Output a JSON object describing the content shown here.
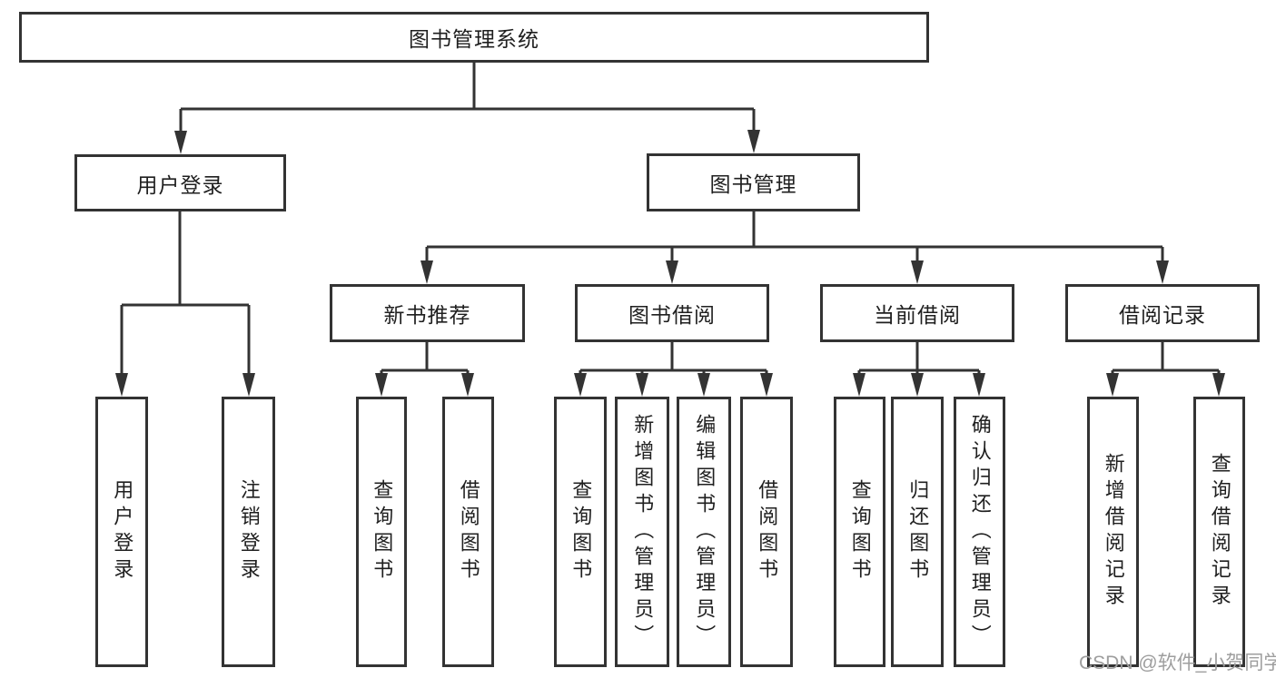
{
  "root": {
    "label": "图书管理系统"
  },
  "level2": [
    {
      "label": "用户登录"
    },
    {
      "label": "图书管理"
    }
  ],
  "level3": [
    {
      "label": "新书推荐",
      "parent": "图书管理"
    },
    {
      "label": "图书借阅",
      "parent": "图书管理"
    },
    {
      "label": "当前借阅",
      "parent": "图书管理"
    },
    {
      "label": "借阅记录",
      "parent": "图书管理"
    }
  ],
  "leaves": [
    {
      "label": "用户登录",
      "parent": "用户登录"
    },
    {
      "label": "注销登录",
      "parent": "用户登录"
    },
    {
      "label": "查询图书",
      "parent": "新书推荐"
    },
    {
      "label": "借阅图书",
      "parent": "新书推荐"
    },
    {
      "label": "查询图书",
      "parent": "图书借阅"
    },
    {
      "label": "新增图书（管理员）",
      "parent": "图书借阅"
    },
    {
      "label": "编辑图书（管理员）",
      "parent": "图书借阅"
    },
    {
      "label": "借阅图书",
      "parent": "图书借阅"
    },
    {
      "label": "查询图书",
      "parent": "当前借阅"
    },
    {
      "label": "归还图书",
      "parent": "当前借阅"
    },
    {
      "label": "确认归还（管理员）",
      "parent": "当前借阅"
    },
    {
      "label": "新增借阅记录",
      "parent": "借阅记录"
    },
    {
      "label": "查询借阅记录",
      "parent": "借阅记录"
    }
  ],
  "watermark": {
    "text": "CSDN @软件_小贺同学"
  },
  "colors": {
    "line": "#333333",
    "text": "#1f1f1f",
    "box_background": "#ffffff",
    "watermark": "#9e9e9e"
  }
}
